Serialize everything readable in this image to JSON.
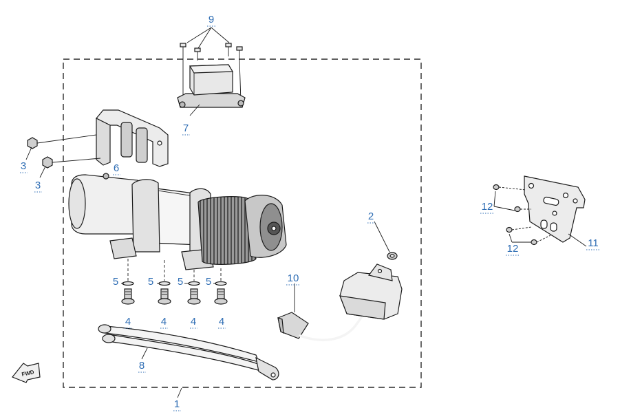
{
  "callouts": {
    "c1": "1",
    "c2": "2",
    "c3a": "3",
    "c3b": "3",
    "c4a": "4",
    "c4b": "4",
    "c4c": "4",
    "c4d": "4",
    "c5a": "5",
    "c5b": "5",
    "c5c": "5",
    "c5d": "5",
    "c6": "6",
    "c7": "7",
    "c8": "8",
    "c9": "9",
    "c10": "10",
    "c11": "11",
    "c12a": "12",
    "c12b": "12"
  },
  "fwd_mark": "FWD",
  "colors": {
    "callout": "#2e6db4",
    "linework": "#1a1a1a",
    "part_fill": "#e6e6e6",
    "part_dark": "#555555"
  }
}
